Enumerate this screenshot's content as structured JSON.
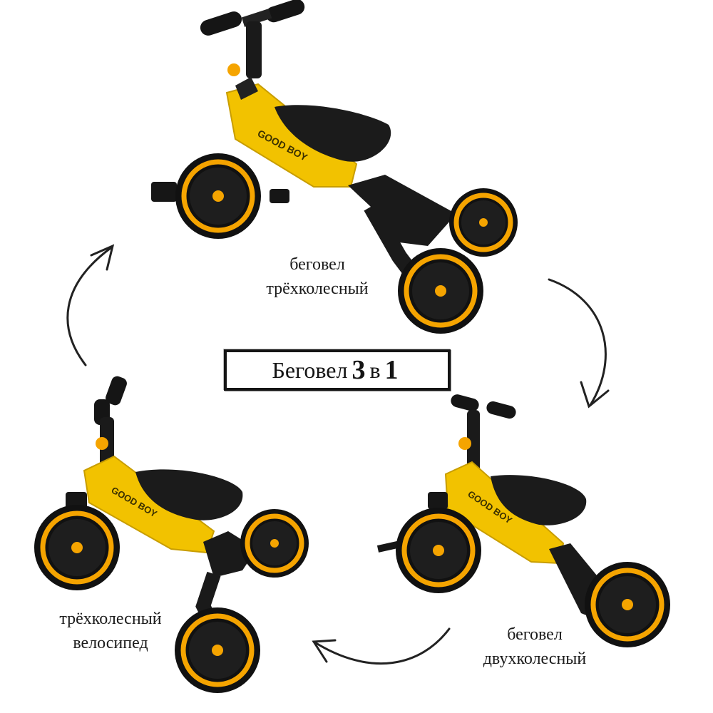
{
  "title": {
    "prefix": "Беговел",
    "num_a": "3",
    "middle": "в",
    "num_b": "1"
  },
  "brand": {
    "logo_text": "GOOD BOY"
  },
  "modes": [
    {
      "line1": "беговел",
      "line2": "трёхколесный"
    },
    {
      "line1": "беговел",
      "line2": "двухколесный"
    },
    {
      "line1": "трёхколесный",
      "line2": "велосипед"
    }
  ],
  "colors": {
    "frame": "#f2c200",
    "tire": "#111111",
    "rim_accent": "#f5a400",
    "text": "#1b1b1b",
    "arrow": "#222222"
  },
  "icons": {
    "cycle_arrows": "curved-arrow-icon"
  }
}
